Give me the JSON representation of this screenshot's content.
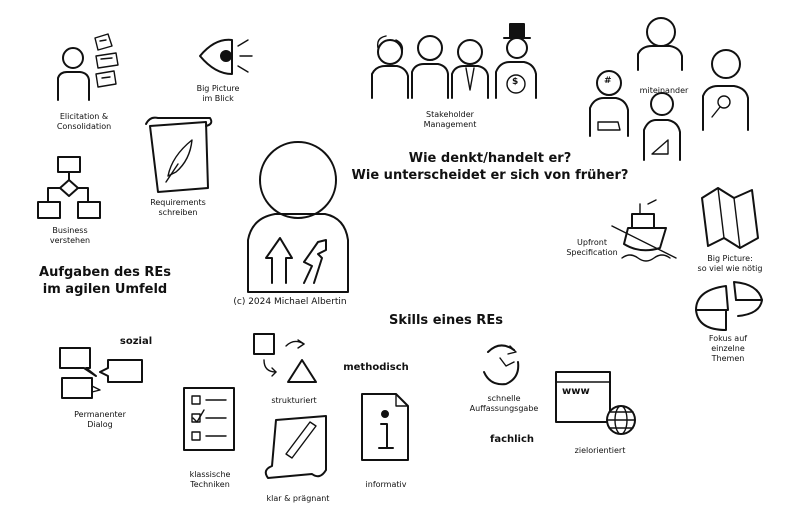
{
  "headings": {
    "aufgaben": "Aufgaben des REs\nim agilen Umfeld",
    "denkt": "Wie denkt/handelt er?\nWie unterscheidet er sich von früher?",
    "skills": "Skills eines REs"
  },
  "copyright": "(c) 2024 Michael Albertin",
  "labels": {
    "elicitation": "Elicitation &\nConsolidation",
    "big_picture_blick": "Big Picture\nim Blick",
    "requirements": "Requirements\nschreiben",
    "business": "Business\nverstehen",
    "stakeholder": "Stakeholder\nManagement",
    "miteinander": "miteinander",
    "upfront": "Upfront\nSpecification",
    "big_picture_noetig": "Big Picture:\nso viel wie nötig",
    "fokus": "Fokus auf einzelne\nThemen",
    "permanenter_dialog": "Permanenter\nDialog",
    "strukturiert": "strukturiert",
    "klassische": "klassische\nTechniken",
    "klar": "klar & prägnant",
    "informativ": "informativ",
    "schnelle": "schnelle\nAuffassungsgabe",
    "zielorientiert": "zielorientiert"
  },
  "categories": {
    "sozial": "sozial",
    "methodisch": "methodisch",
    "fachlich": "fachlich"
  },
  "icon_text": {
    "www": "www",
    "hash": "#",
    "dollar": "$"
  }
}
